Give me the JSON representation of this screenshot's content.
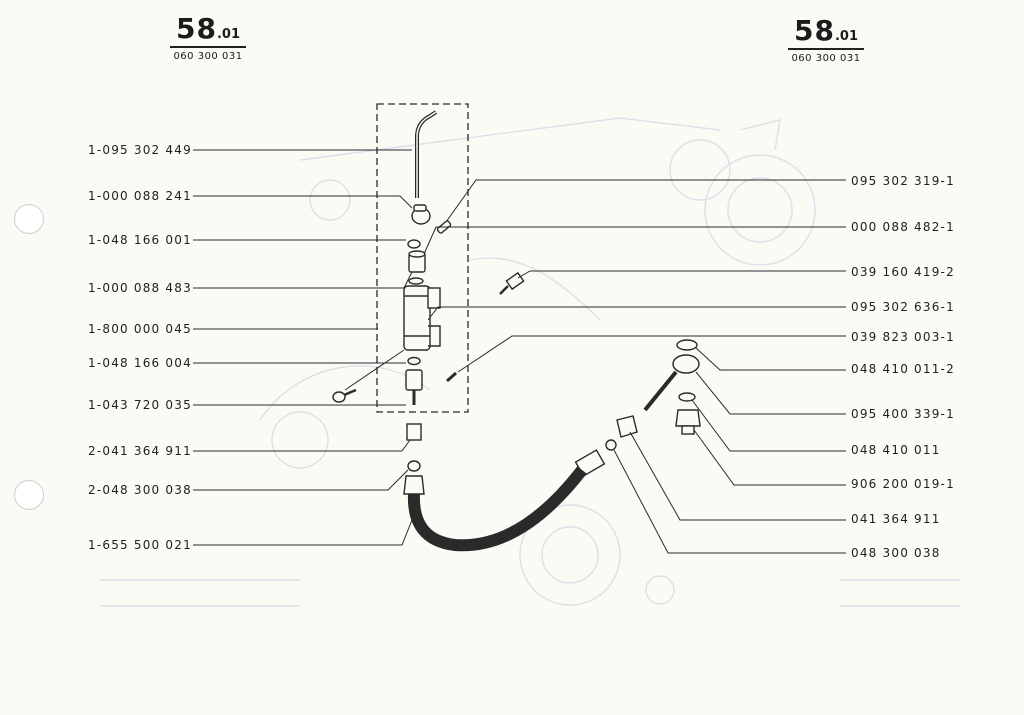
{
  "header": {
    "left": {
      "page_main": "58",
      "page_sub": ".01",
      "code": "060 300 031"
    },
    "right": {
      "page_main": "58",
      "page_sub": ".01",
      "code": "060 300 031"
    }
  },
  "parts_left": [
    "1-095 302 449",
    "1-000 088 241",
    "1-048 166 001",
    "1-000 088 483",
    "1-800 000 045",
    "1-048 166 004",
    "1-043 720 035",
    "2-041 364 911",
    "2-048 300 038",
    "1-655 500 021"
  ],
  "parts_right": [
    "095 302 319-1",
    "000 088 482-1",
    "039 160 419-2",
    "095 302 636-1",
    "039 823 003-1",
    "048 410 011-2",
    "095 400 339-1",
    "048 410 011",
    "906 200 019-1",
    "041 364 911",
    "048 300 038"
  ],
  "colors": {
    "ink": "#2a2a2a",
    "paper": "#fbfaf5",
    "ghost": "#d7dbe6"
  }
}
